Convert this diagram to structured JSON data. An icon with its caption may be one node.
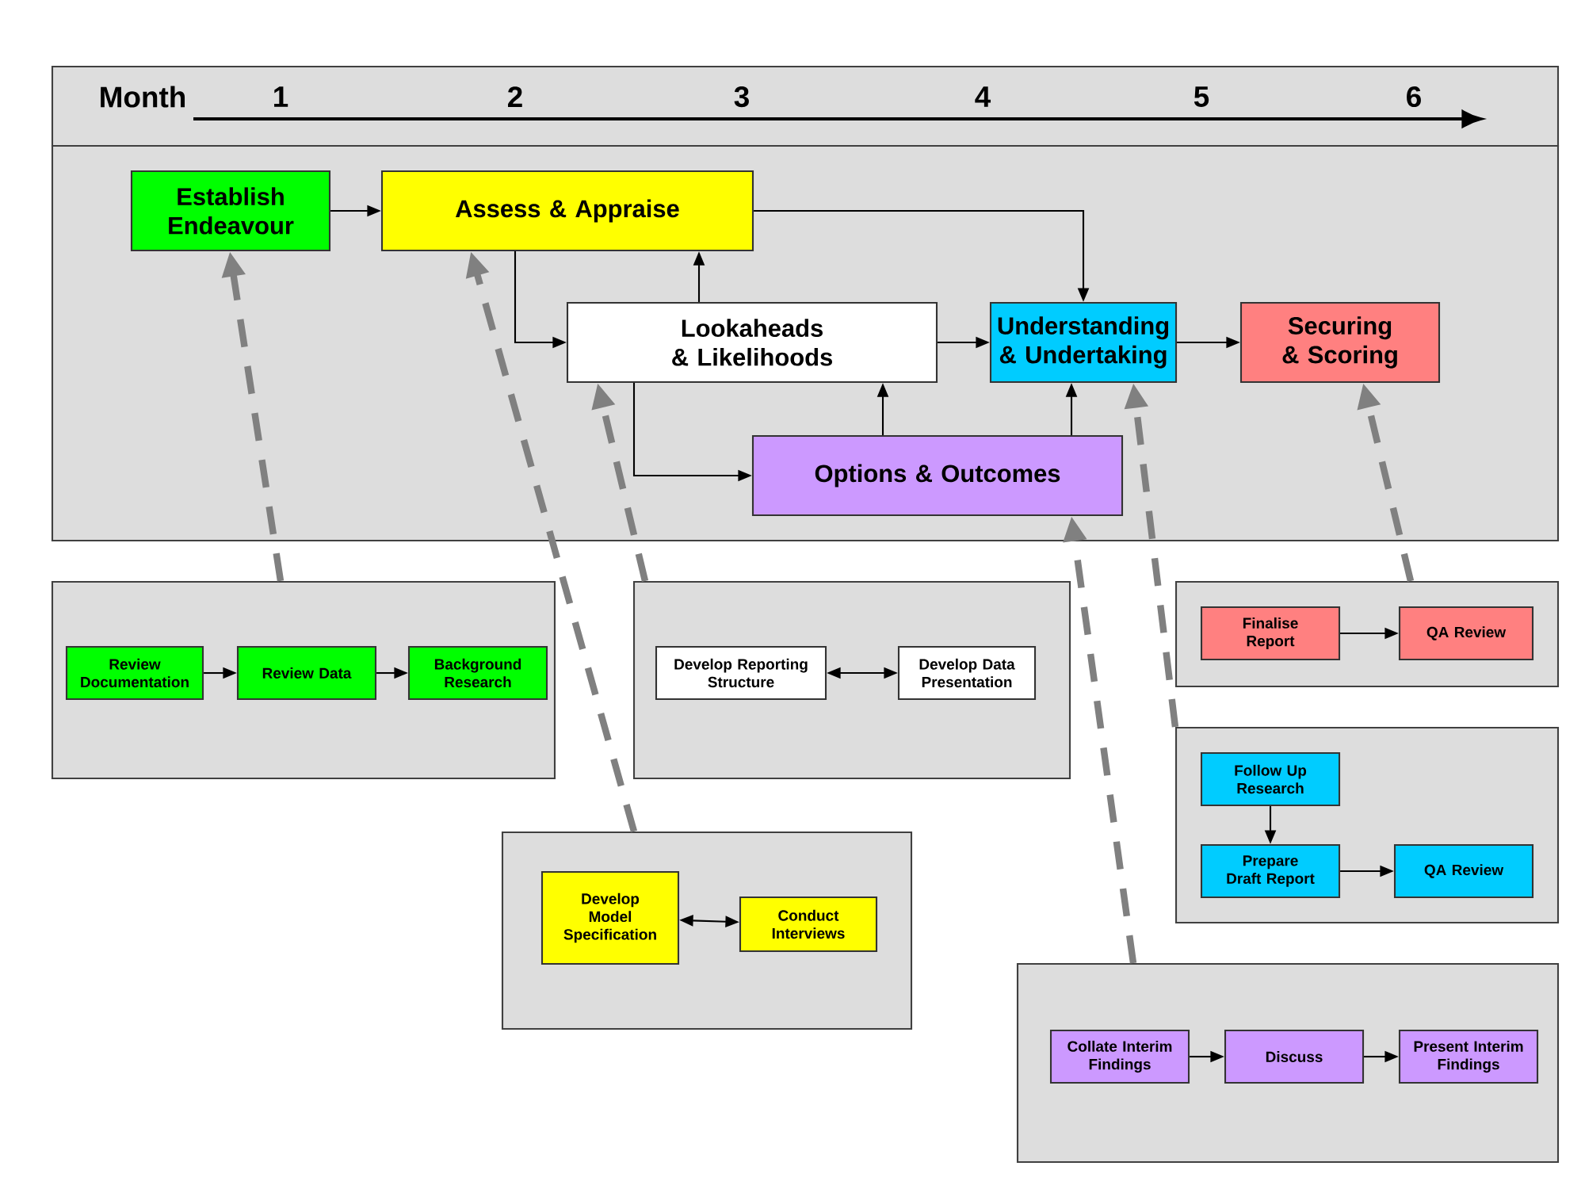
{
  "diagram": {
    "nodes": [
      {
        "text": [
          "Month",
          "1",
          "2",
          "3",
          "4",
          "5",
          "6"
        ]
      },
      {
        "text": [],
        "shape": "box"
      },
      {
        "text": [
          "Establish Endeavour"
        ],
        "in": 1
      },
      {
        "text": [
          "Assess & Appraise"
        ],
        "in": 1
      },
      {
        "text": [
          "Lookaheads & Likelihoods"
        ],
        "in": 1
      },
      {
        "text": [
          "Understanding & Undertaking"
        ],
        "in": 1
      },
      {
        "text": [
          "Securing & Scoring"
        ],
        "in": 1
      },
      {
        "text": [
          "Options & Outcomes"
        ],
        "in": 1
      },
      {
        "text": [],
        "shape": "box"
      },
      {
        "text": [
          "Review Documentation"
        ],
        "in": 8
      },
      {
        "text": [
          "Review Data"
        ],
        "in": 8
      },
      {
        "text": [
          "Background Research"
        ],
        "in": 8
      },
      {
        "text": [],
        "shape": "box"
      },
      {
        "text": [
          "Develop Reporting Structure"
        ],
        "in": 12
      },
      {
        "text": [
          "Develop Data Presentation"
        ],
        "in": 12
      },
      {
        "text": [],
        "shape": "box"
      },
      {
        "text": [
          "Finalise Report"
        ],
        "in": 15
      },
      {
        "text": [
          "QA Review"
        ],
        "in": 15
      },
      {
        "text": [],
        "shape": "box"
      },
      {
        "text": [
          "Follow Up Research"
        ],
        "in": 18
      },
      {
        "text": [
          "Prepare Draft Report"
        ],
        "in": 18
      },
      {
        "text": [
          "QA Review"
        ],
        "in": 18
      },
      {
        "text": [],
        "shape": "box"
      },
      {
        "text": [
          "Develop Model Specification"
        ],
        "in": 22
      },
      {
        "text": [
          "Conduct Interviews"
        ],
        "in": 22
      },
      {
        "text": [],
        "shape": "box"
      },
      {
        "text": [
          "Collate Interim Findings"
        ],
        "in": 25
      },
      {
        "text": [
          "Discuss"
        ],
        "in": 25
      },
      {
        "text": [
          "Present Interim Findings"
        ],
        "in": 25
      }
    ],
    "edges": [
      {
        "from": 2,
        "to": 3,
        "arrow": "to"
      },
      {
        "from": 3,
        "to": 5,
        "arrow": "to"
      },
      {
        "from": 3,
        "to": 4,
        "arrow": "to"
      },
      {
        "from": 4,
        "to": 3,
        "arrow": "to"
      },
      {
        "from": 4,
        "to": 5,
        "arrow": "to"
      },
      {
        "from": 5,
        "to": 6,
        "arrow": "to"
      },
      {
        "from": 4,
        "to": 7,
        "arrow": "to"
      },
      {
        "from": 7,
        "to": 4,
        "arrow": "to"
      },
      {
        "from": 7,
        "to": 5,
        "arrow": "to"
      },
      {
        "from": 9,
        "to": 10,
        "arrow": "to"
      },
      {
        "from": 10,
        "to": 11,
        "arrow": "to"
      },
      {
        "from": 13,
        "to": 14,
        "arrow": "both"
      },
      {
        "from": 16,
        "to": 17,
        "arrow": "to"
      },
      {
        "from": 19,
        "to": 20,
        "arrow": "to"
      },
      {
        "from": 20,
        "to": 21,
        "arrow": "to"
      },
      {
        "from": 23,
        "to": 24,
        "arrow": "both"
      },
      {
        "from": 26,
        "to": 27,
        "arrow": "to"
      },
      {
        "from": 27,
        "to": 28,
        "arrow": "to"
      },
      {
        "from": 8,
        "to": 2,
        "arrow": "to",
        "style": "dashed",
        "color": "#808080"
      },
      {
        "from": 22,
        "to": 3,
        "arrow": "to",
        "style": "dashed",
        "color": "#808080"
      },
      {
        "from": 12,
        "to": 4,
        "arrow": "to",
        "style": "dashed",
        "color": "#808080"
      },
      {
        "from": 18,
        "to": 5,
        "arrow": "to",
        "style": "dashed",
        "color": "#808080"
      },
      {
        "from": 15,
        "to": 6,
        "arrow": "to",
        "style": "dashed",
        "color": "#808080"
      },
      {
        "from": 25,
        "to": 7,
        "arrow": "to",
        "style": "dashed",
        "color": "#808080"
      }
    ]
  }
}
